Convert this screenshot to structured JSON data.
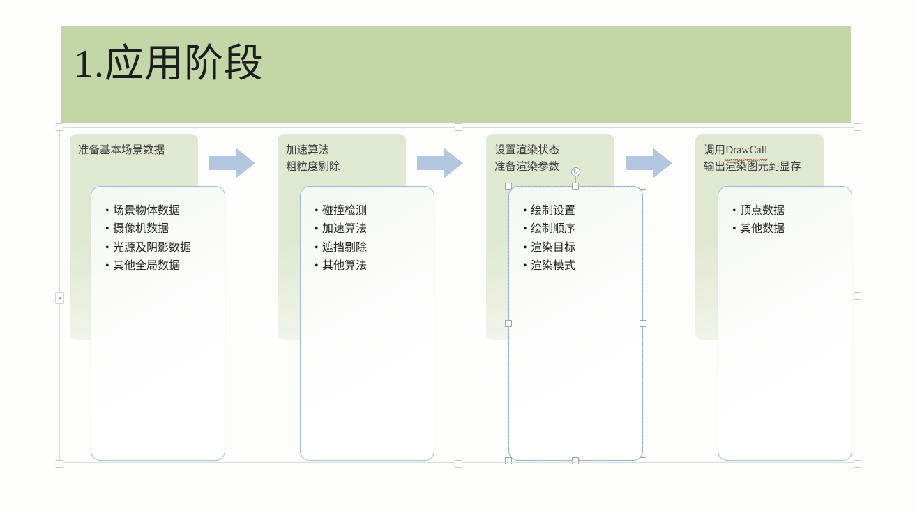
{
  "slide": {
    "title": "1.应用阶段",
    "banner_color": "#c3d6a8",
    "box_fill_green": "#dfe9d2",
    "box_border_blue": "#9fc0da",
    "arrow_color": "#b3c6e0"
  },
  "columns": [
    {
      "id": "prepare-scene-data",
      "header_lines": [
        "准备基本场景数据"
      ],
      "bullets": [
        "场景物体数据",
        "摄像机数据",
        "光源及阴影数据",
        "其他全局数据"
      ],
      "selected": false
    },
    {
      "id": "acceleration-algorithms",
      "header_lines": [
        "加速算法",
        "粗粒度剔除"
      ],
      "bullets": [
        "碰撞检测",
        "加速算法",
        "遮挡剔除",
        "其他算法"
      ],
      "selected": false
    },
    {
      "id": "render-state",
      "header_lines": [
        "设置渲染状态",
        "准备渲染参数"
      ],
      "bullets": [
        "绘制设置",
        "绘制顺序",
        "渲染目标",
        "渲染模式"
      ],
      "selected": true
    },
    {
      "id": "drawcall",
      "header_prefix": "调用",
      "header_spell": "DrawCall",
      "header_lines": [
        "输出渲染图元到显存"
      ],
      "bullets": [
        "顶点数据",
        "其他数据"
      ],
      "selected": false
    }
  ],
  "arrows": [
    {
      "id": "arrow-1"
    },
    {
      "id": "arrow-2"
    },
    {
      "id": "arrow-3"
    }
  ],
  "handles": {
    "left_chevron_glyph": "◂",
    "rotate_glyph": "↻"
  }
}
